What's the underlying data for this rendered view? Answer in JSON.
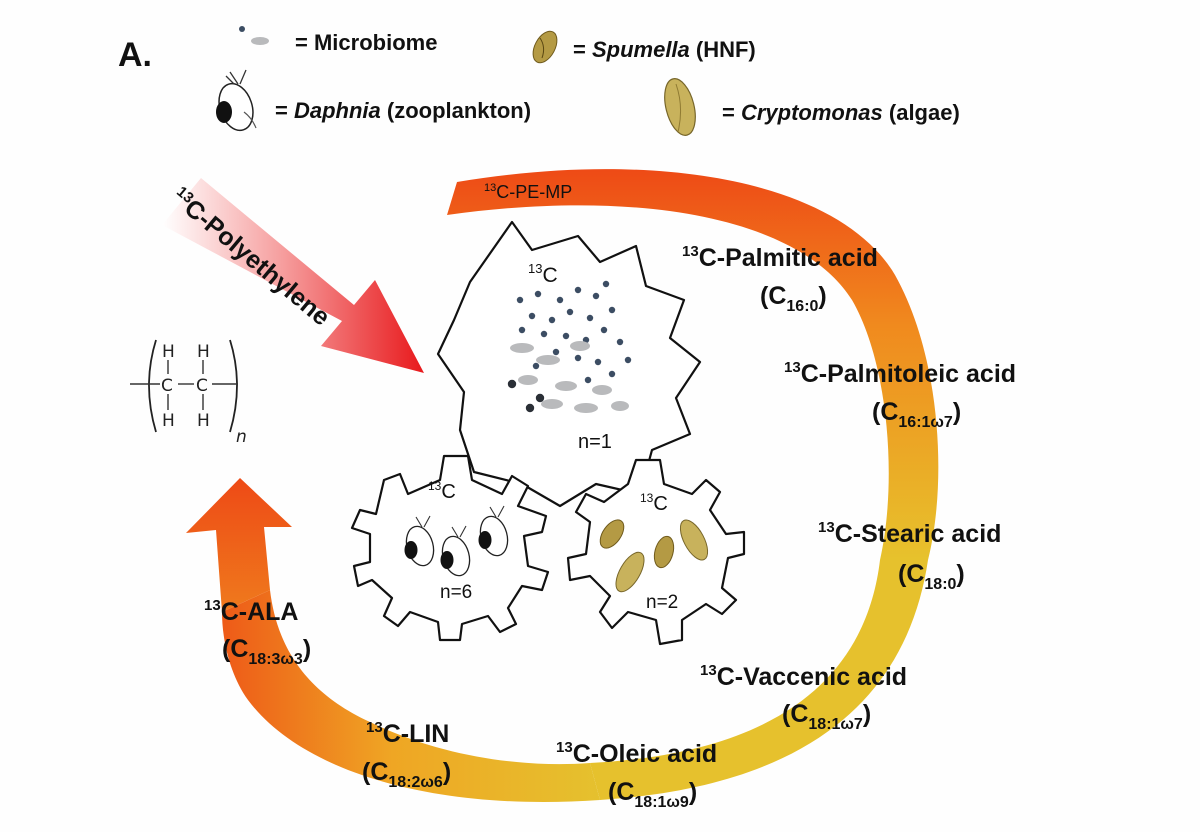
{
  "panel_label": "A.",
  "legend": {
    "microbiome": {
      "prefix": "= ",
      "name": "Microbiome",
      "suffix": ""
    },
    "spumella": {
      "prefix": "= ",
      "name": "Spumella",
      "suffix": " (HNF)"
    },
    "daphnia": {
      "prefix": "= ",
      "name": "Daphnia",
      "suffix": " (zooplankton)"
    },
    "cryptomonas": {
      "prefix": "= ",
      "name": "Cryptomonas",
      "suffix": " (algae)"
    }
  },
  "input_arrow": {
    "sup": "13",
    "text": "C-Polyethylene"
  },
  "cycle_start": {
    "sup": "13",
    "text": "C-PE-MP"
  },
  "monomer": {
    "atom_h": "H",
    "atom_c": "C",
    "subscript": "n"
  },
  "gears": {
    "microbiome": {
      "sup": "13",
      "iso": "C",
      "count": "n=1"
    },
    "daphnia": {
      "sup": "13",
      "iso": "C",
      "count": "n=6"
    },
    "algae": {
      "sup": "13",
      "iso": "C",
      "count": "n=2"
    }
  },
  "fatty_acids": [
    {
      "sup": "13",
      "name": "C-Palmitic acid",
      "formula_c": "(C",
      "formula_sub": "16:0",
      "formula_end": ")"
    },
    {
      "sup": "13",
      "name": "C-Palmitoleic acid",
      "formula_c": "(C",
      "formula_sub": "16:1ω7",
      "formula_end": ")"
    },
    {
      "sup": "13",
      "name": "C-Stearic acid",
      "formula_c": "(C",
      "formula_sub": "18:0",
      "formula_end": ")"
    },
    {
      "sup": "13",
      "name": "C-Vaccenic acid",
      "formula_c": "(C",
      "formula_sub": "18:1ω7",
      "formula_end": ")"
    },
    {
      "sup": "13",
      "name": "C-Oleic acid",
      "formula_c": "(C",
      "formula_sub": "18:1ω9",
      "formula_end": ")"
    },
    {
      "sup": "13",
      "name": "C-LIN",
      "formula_c": "(C",
      "formula_sub": "18:2ω6",
      "formula_end": ")"
    },
    {
      "sup": "13",
      "name": "C-ALA",
      "formula_c": "(C",
      "formula_sub": "18:3ω3",
      "formula_end": ")"
    }
  ],
  "colors": {
    "arrow_red": "#e8191c",
    "cycle_orange": "#ee4a16",
    "cycle_yellow": "#e7c22c",
    "microbe_dot": "#3c4d63",
    "microbe_ellipse": "#b9babc",
    "algae_fill": "#c8b25c",
    "spumella_fill": "#b49a44"
  }
}
